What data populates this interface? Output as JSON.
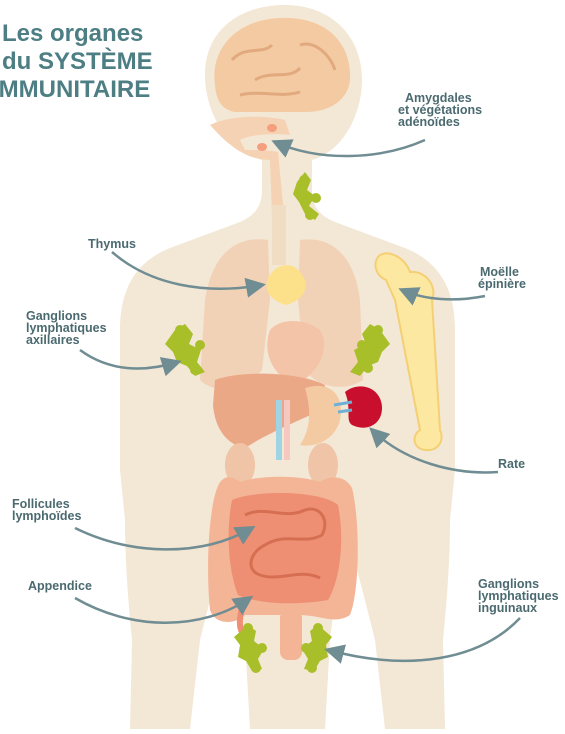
{
  "title": {
    "line1": "Les organes",
    "line2": "du SYSTÈME",
    "line3": "IMMUNITAIRE"
  },
  "labels": {
    "amygdales": [
      "Amygdales",
      "et végétations",
      "adénoïdes"
    ],
    "thymus": [
      "Thymus"
    ],
    "moelle": [
      "Moëlle",
      "épinière"
    ],
    "ganglions_axillaires": [
      "Ganglions",
      "lymphatiques",
      "axillaires"
    ],
    "rate": [
      "Rate"
    ],
    "follicules": [
      "Follicules",
      "lymphoïdes"
    ],
    "appendice": [
      "Appendice"
    ],
    "ganglions_inguinaux": [
      "Ganglions",
      "lymphatiques",
      "inguinaux"
    ]
  },
  "colors": {
    "title": "#4d7e84",
    "label": "#4b6a70",
    "arrow": "#6f8d92",
    "body": "#f3e7d5",
    "lymph_node": "#a9bf2a",
    "thymus": "#fde08a",
    "spleen": "#c8102e",
    "intestine": "#ee8f73",
    "bone": "#fde8a2"
  }
}
